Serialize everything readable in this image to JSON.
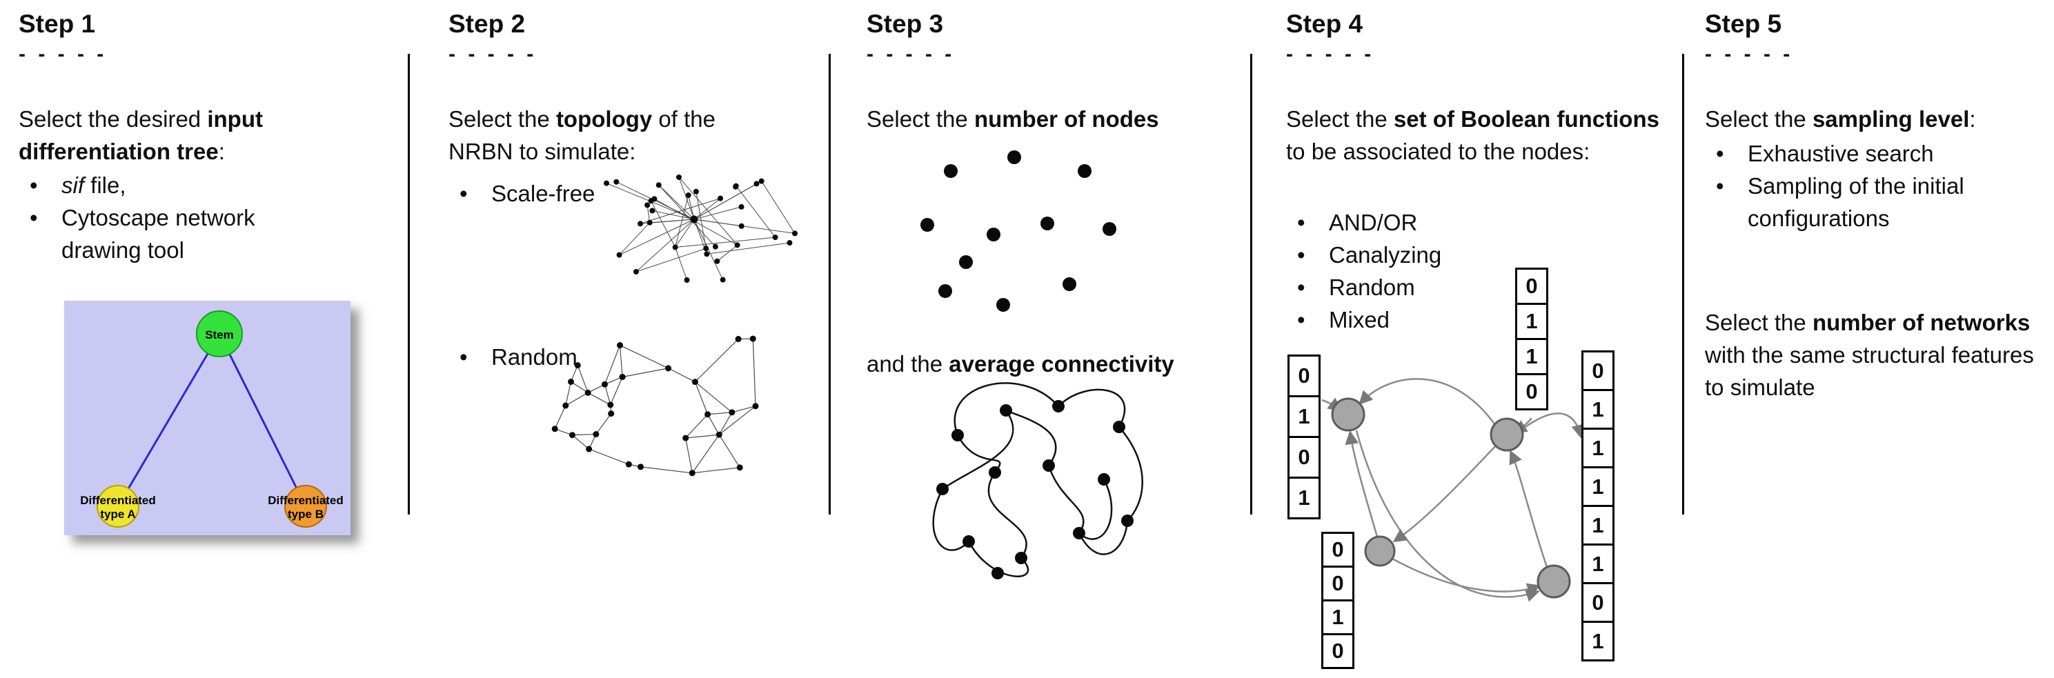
{
  "steps": [
    {
      "title": "Step 1",
      "dashes": "- - - - -",
      "intro": [
        "Select the desired ",
        "input differentiation tree",
        ":"
      ],
      "bullets": {
        "sif_italic": "sif",
        "sif_rest": " file,",
        "cytoscape": "Cytoscape network drawing tool"
      },
      "tree": {
        "root_label": "Stem",
        "left_label": [
          "Differentiated",
          "type A"
        ],
        "right_label": [
          "Differentiated",
          "type B"
        ],
        "colors": {
          "panel": "#c9c9f4",
          "root": "#35e23c",
          "left": "#efe52f",
          "right": "#ef9b30",
          "edge": "#2b2bd0"
        }
      }
    },
    {
      "title": "Step 2",
      "dashes": "- - - - -",
      "intro": [
        "Select the ",
        "topology",
        " of the NRBN to simulate:"
      ],
      "bullets": [
        "Scale-free",
        "Random"
      ]
    },
    {
      "title": "Step 3",
      "dashes": "- - - - -",
      "intro": [
        "Select the ",
        "number of nodes"
      ],
      "connectivity_text": [
        "and the ",
        "average connectivity"
      ]
    },
    {
      "title": "Step 4",
      "dashes": "- - - - -",
      "intro": [
        "Select the ",
        "set of Boolean functions",
        " to be associated to the nodes:"
      ],
      "bullets": [
        "AND/OR",
        "Canalyzing",
        "Random",
        "Mixed"
      ],
      "tables": [
        {
          "position": "left",
          "values": [
            "0",
            "1",
            "0",
            "1"
          ]
        },
        {
          "position": "top",
          "values": [
            "0",
            "1",
            "1",
            "0"
          ]
        },
        {
          "position": "bottom-left",
          "values": [
            "0",
            "0",
            "1",
            "0"
          ]
        },
        {
          "position": "right",
          "values": [
            "0",
            "1",
            "1",
            "1",
            "1",
            "1",
            "0",
            "1"
          ]
        }
      ]
    },
    {
      "title": "Step 5",
      "dashes": "- - - - -",
      "intro": [
        "Select the ",
        "sampling level",
        ":"
      ],
      "bullets": [
        "Exhaustive search",
        "Sampling of the initial configurations"
      ],
      "networks_text": [
        "Select the ",
        "number of networks",
        " with the same structural features to simulate"
      ]
    }
  ]
}
